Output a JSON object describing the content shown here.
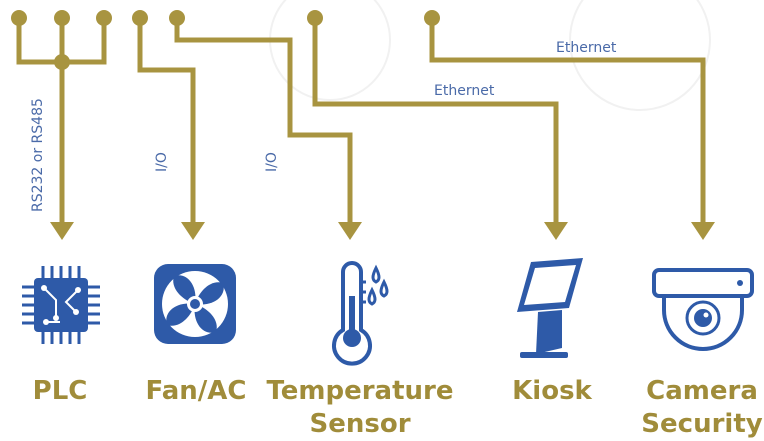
{
  "colors": {
    "wire": "#a89440",
    "icon": "#2e5aa8",
    "link_label": "#4a6aa8",
    "device_label": "#a08c3a"
  },
  "links": {
    "serial": "RS232 or RS485",
    "fan_io": "I/O",
    "temp_io": "I/O",
    "kiosk_net": "Ethernet",
    "camera_net": "Ethernet"
  },
  "devices": [
    {
      "id": "plc",
      "icon": "chip-icon",
      "label": [
        "PLC"
      ]
    },
    {
      "id": "fan",
      "icon": "fan-icon",
      "label": [
        "Fan/AC"
      ]
    },
    {
      "id": "temp",
      "icon": "thermometer-icon",
      "label": [
        "Temperature",
        "Sensor"
      ]
    },
    {
      "id": "kiosk",
      "icon": "kiosk-icon",
      "label": [
        "Kiosk"
      ]
    },
    {
      "id": "camera",
      "icon": "dome-camera-icon",
      "label": [
        "Camera",
        "Security"
      ]
    }
  ]
}
